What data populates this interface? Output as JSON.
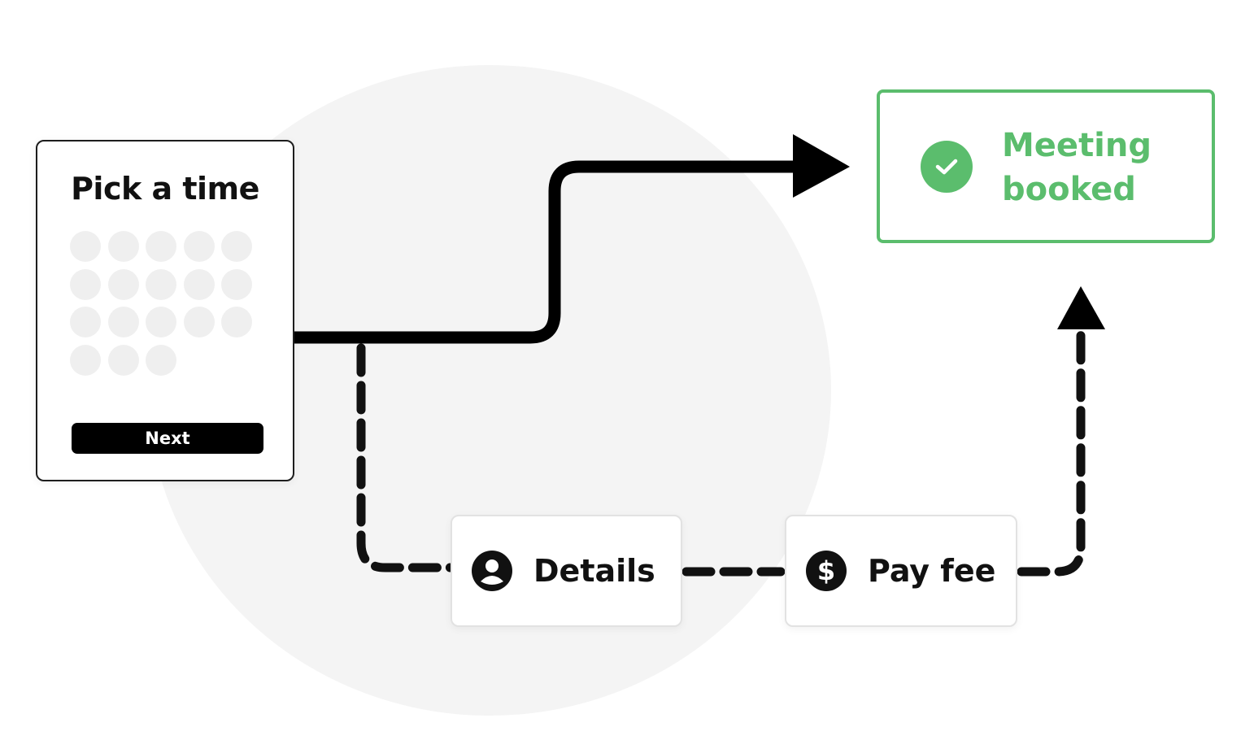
{
  "time_picker": {
    "title": "Pick a time",
    "slot_rows": [
      5,
      5,
      5,
      3
    ],
    "next_label": "Next"
  },
  "booked": {
    "line1": "Meeting",
    "line2": "booked",
    "icon": "check-circle-icon",
    "color": "#5bbd6d"
  },
  "steps": {
    "details": {
      "label": "Details",
      "icon": "user-circle-icon"
    },
    "pay_fee": {
      "label": "Pay fee",
      "icon": "dollar-circle-icon",
      "glyph": "$"
    }
  },
  "colors": {
    "accent_green": "#5bbd6d",
    "line": "#000000",
    "dashed_line": "#111111",
    "background_circle": "#f4f4f4"
  }
}
